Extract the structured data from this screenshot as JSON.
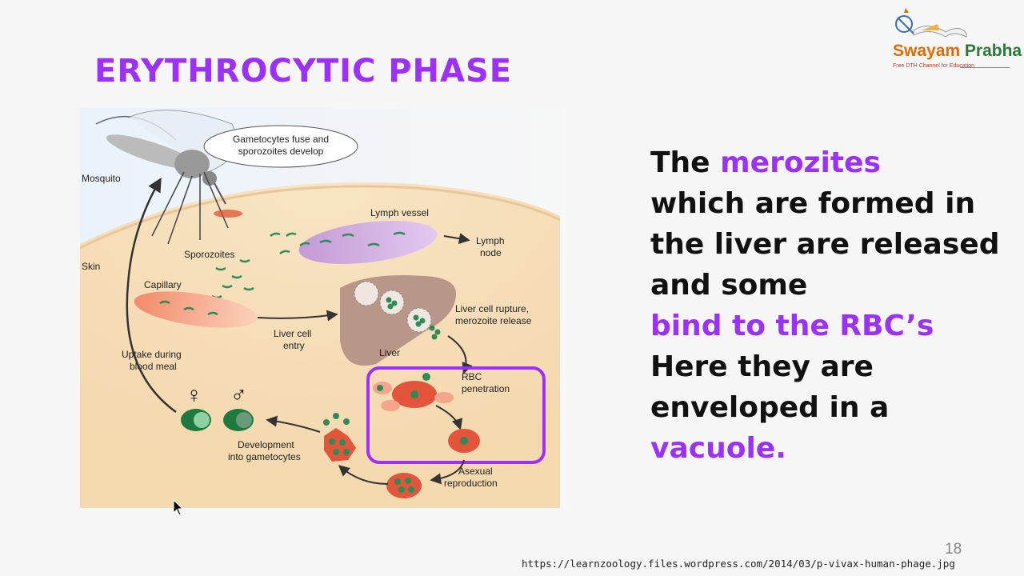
{
  "slide": {
    "title": "ERYTHROCYTIC PHASE",
    "page_number": "18",
    "source_url": "https://learnzoology.files.wordpress.com/2014/03/p-vivax-human-phage.jpg"
  },
  "logo": {
    "name_part1": "Swayam ",
    "name_part2": "Prabha",
    "tagline": "Free DTH Channel for Education"
  },
  "text": {
    "s1": "The ",
    "s2": "merozites",
    "s3": "which are formed in the liver are released and some",
    "s4": "bind to the RBC’s",
    "s5": "Here they are enveloped in a",
    "s6": "vacuole."
  },
  "diagram": {
    "labels": {
      "gametocytes_fuse_line1": "Gametocytes fuse and",
      "gametocytes_fuse_line2": "sporozoites develop",
      "mosquito": "Mosquito",
      "lymph_vessel": "Lymph vessel",
      "lymph_node_line1": "Lymph",
      "lymph_node_line2": "node",
      "sporozoites": "Sporozoites",
      "skin": "Skin",
      "capillary": "Capillary",
      "liver_rupture_line1": "Liver cell rupture,",
      "liver_rupture_line2": "merozoite release",
      "liver_entry_line1": "Liver cell",
      "liver_entry_line2": "entry",
      "liver": "Liver",
      "uptake_line1": "Uptake during",
      "uptake_line2": "blood meal",
      "rbc_line1": "RBC",
      "rbc_line2": "penetration",
      "female": "♀",
      "male": "♂",
      "development_line1": "Development",
      "development_line2": "into gametocytes",
      "asexual_line1": "Asexual",
      "asexual_line2": "reproduction"
    }
  },
  "colors": {
    "accent": "#9b30ff",
    "text": "#111111"
  }
}
